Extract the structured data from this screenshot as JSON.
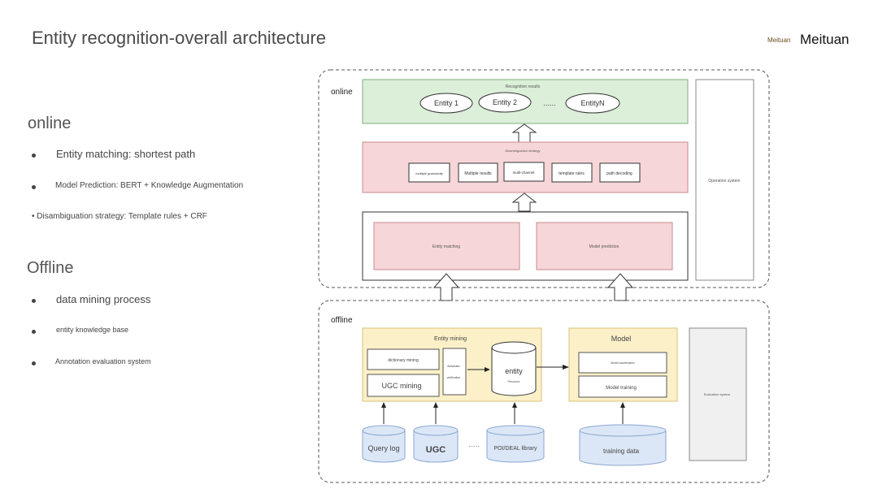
{
  "header": {
    "title": "Entity recognition-overall architecture",
    "brand_small": "Meituan",
    "brand": "Meituan"
  },
  "left": {
    "online_heading": "online",
    "online_items": [
      "Entity matching: shortest path",
      "Model Prediction: BERT + Knowledge Augmentation",
      "• Disambiguation strategy: Template rules + CRF"
    ],
    "offline_heading": "Offline",
    "offline_items": [
      "data mining process",
      "entity knowledge base",
      "Annotation evaluation system"
    ]
  },
  "diagram": {
    "online_label": "online",
    "recognition_results": "Recognition results",
    "entities": [
      "Entity 1",
      "Entity 2",
      "EntityN"
    ],
    "ellipsis": "......",
    "disambiguation_title": "Disambiguation strategy",
    "strategies": [
      "multiple granularity",
      "Multiple results",
      "multi-channel",
      "template rules",
      "path decoding"
    ],
    "entity_matching": "Entity matching",
    "model_prediction": "Model prediction",
    "operation_system": "Operation system",
    "offline_label": "offline",
    "entity_mining_title": "Entity mining",
    "dictionary_mining": "dictionary mining",
    "ugc_mining": "UGC mining",
    "automatic_verification": [
      "Automatic",
      "verification"
    ],
    "entity_db": "entity",
    "entity_db_sub": "Resource",
    "model_title": "Model",
    "model_acceleration": "Model acceleration",
    "model_training": "Model training",
    "evaluation_system": "Evaluation system",
    "sources": [
      "Query log",
      "UGC",
      "POI/DEAL library"
    ],
    "sources_ellipsis": "......",
    "training_data": "training data"
  }
}
